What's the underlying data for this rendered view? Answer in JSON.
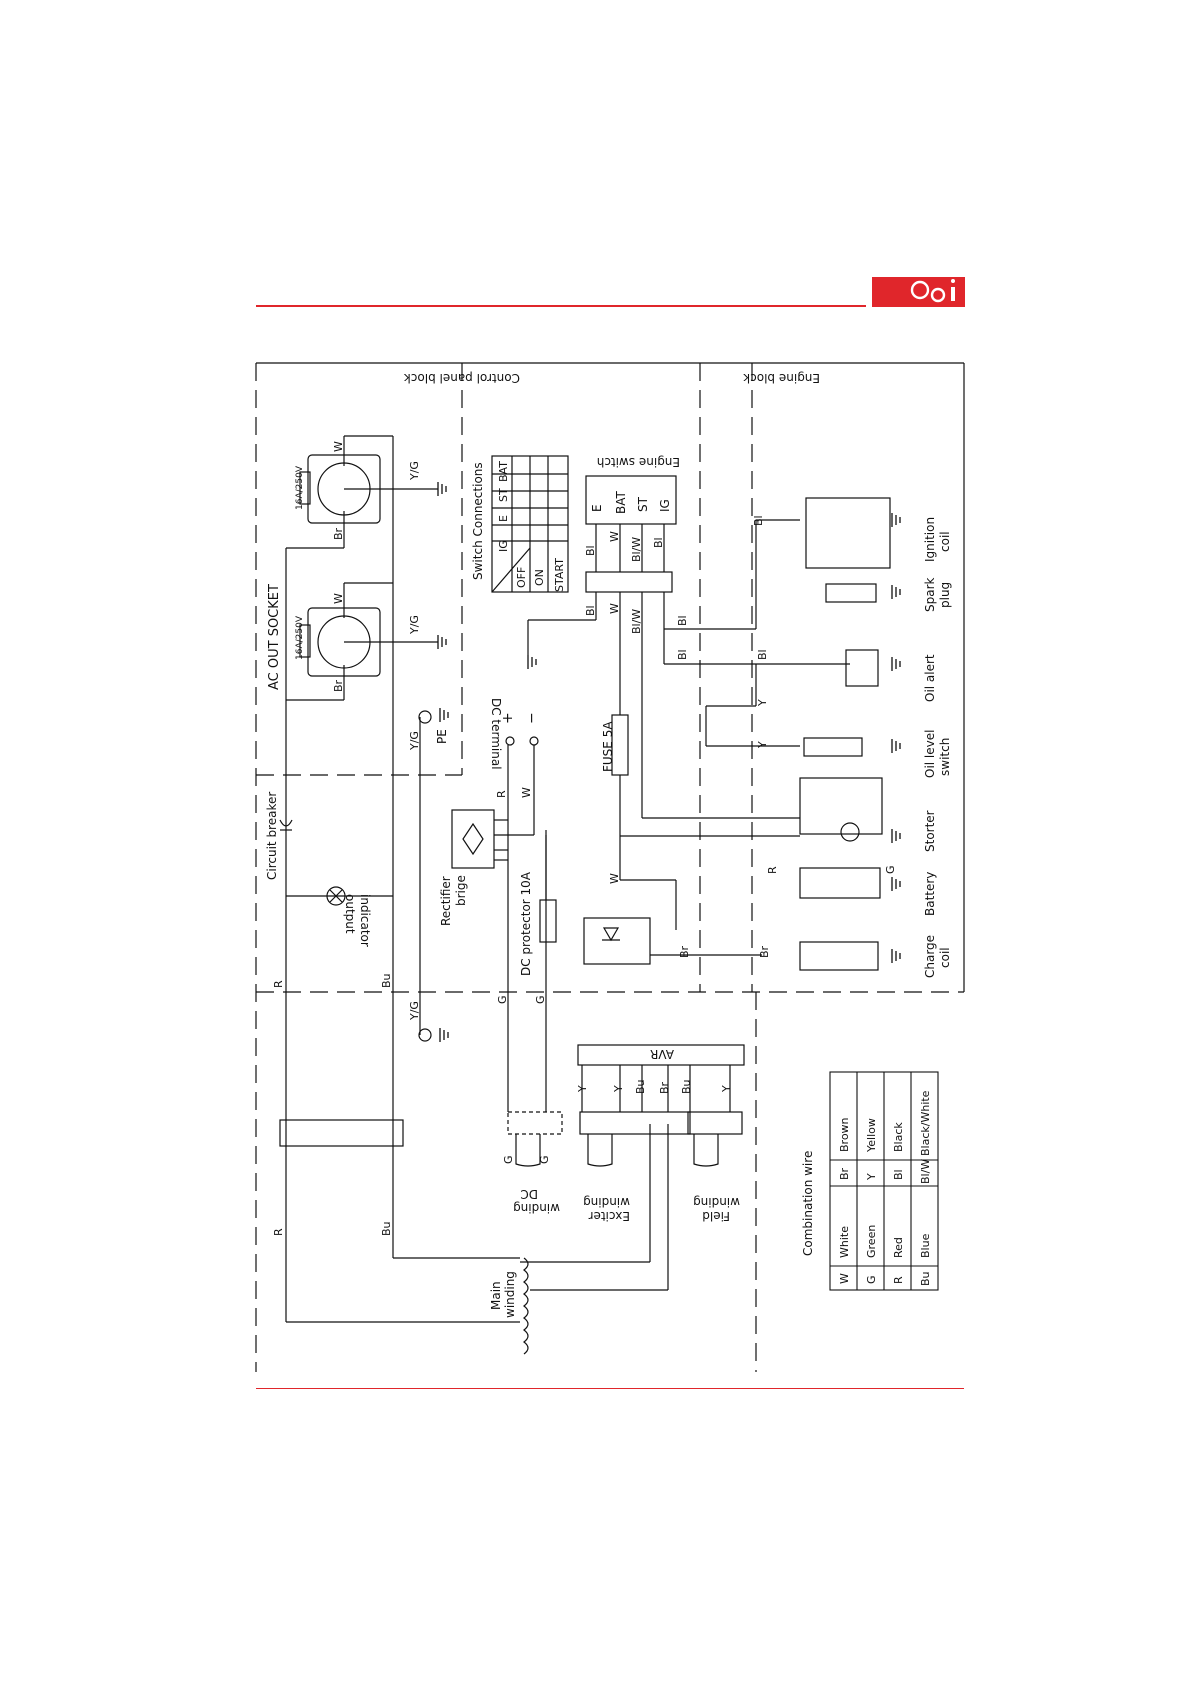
{
  "header": {
    "icon": "gear-info-icon",
    "accent": "#e0262b"
  },
  "blocks": {
    "control_panel": "Control panel block",
    "engine": "Engine block"
  },
  "components": {
    "ac_out_socket": "AC OUT SOCKET",
    "socket_rating_1": "16A/250V",
    "socket_rating_2": "16A/250V",
    "circuit_breaker": "Circuit breaker",
    "output_indicator_1": "output",
    "output_indicator_2": "indicator",
    "pe": "PE",
    "dc_terminal": "DC terminal",
    "dc_plus": "+",
    "dc_minus": "−",
    "rectifier_1": "Rectifier",
    "rectifier_2": "brige",
    "dc_protector": "DC protector 10A",
    "switch_connections": "Switch Connections",
    "engine_switch": "Engine switch",
    "fuse": "FUSE 5A",
    "avr": "AVR",
    "dc_winding_1": "DC",
    "dc_winding_2": "winding",
    "exciter_winding_1": "Exciter",
    "exciter_winding_2": "winding",
    "field_winding_1": "Field",
    "field_winding_2": "winding",
    "main_winding_1": "Main",
    "main_winding_2": "winding",
    "ignition_coil_1": "Ignition",
    "ignition_coil_2": "coil",
    "spark_plug_1": "Spark",
    "spark_plug_2": "plug",
    "oil_alert": "Oil alert",
    "oil_level_1": "Oil level",
    "oil_level_2": "switch",
    "starter": "Storter",
    "battery": "Battery",
    "charge_coil_1": "Charge",
    "charge_coil_2": "coil"
  },
  "switch_table": {
    "headers": [
      "IG",
      "E",
      "ST",
      "BAT"
    ],
    "rows": [
      "OFF",
      "ON",
      "START"
    ]
  },
  "engine_switch_terminals": [
    "E",
    "BAT",
    "ST",
    "IG"
  ],
  "wire_labels": {
    "r": "R",
    "bu": "Bu",
    "br": "Br",
    "w": "W",
    "yg": "Y/G",
    "g": "G",
    "y": "Y",
    "bl": "Bl",
    "blw": "Bl/W"
  },
  "legend": {
    "title": "Combination wire",
    "rows": [
      {
        "code1": "W",
        "name1": "White",
        "code2": "Br",
        "name2": "Brown"
      },
      {
        "code1": "G",
        "name1": "Green",
        "code2": "Y",
        "name2": "Yellow"
      },
      {
        "code1": "R",
        "name1": "Red",
        "code2": "Bl",
        "name2": "Black"
      },
      {
        "code1": "Bu",
        "name1": "Blue",
        "code2": "Bl/W",
        "name2": "Black/White"
      }
    ]
  }
}
